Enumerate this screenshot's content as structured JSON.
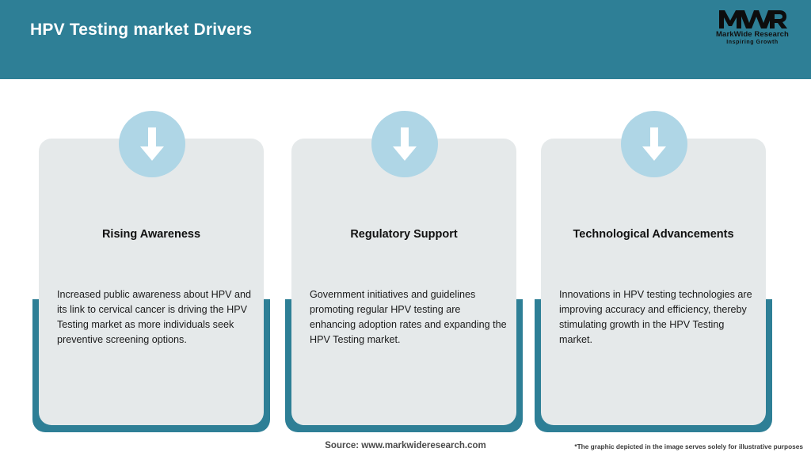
{
  "header": {
    "title": "HPV Testing market Drivers",
    "background_color": "#2E7F96",
    "title_color": "#FFFFFF"
  },
  "logo": {
    "mark": "MWR",
    "name": "MarkWide Research",
    "tagline": "Inspiring Growth"
  },
  "theme": {
    "accent_teal": "#2E7F96",
    "circle_blue": "#AFD6E6",
    "card_gray": "#E5E9EA",
    "page_background": "#FFFFFF"
  },
  "cards": [
    {
      "icon": "arrow-down-icon",
      "title": "Rising Awareness",
      "body": "Increased public awareness about HPV and its link to cervical cancer is driving the HPV Testing market as more individuals seek preventive screening options."
    },
    {
      "icon": "arrow-down-icon",
      "title": "Regulatory Support",
      "body": "Government initiatives and guidelines promoting regular HPV testing are enhancing adoption rates and expanding the HPV Testing market."
    },
    {
      "icon": "arrow-down-icon",
      "title": "Technological Advancements",
      "body": "Innovations in HPV testing technologies are improving accuracy and efficiency, thereby stimulating growth in the HPV Testing market."
    }
  ],
  "footer": {
    "source": "Source: www.markwideresearch.com",
    "disclaimer": "*The graphic depicted in the image serves solely for illustrative purposes"
  }
}
